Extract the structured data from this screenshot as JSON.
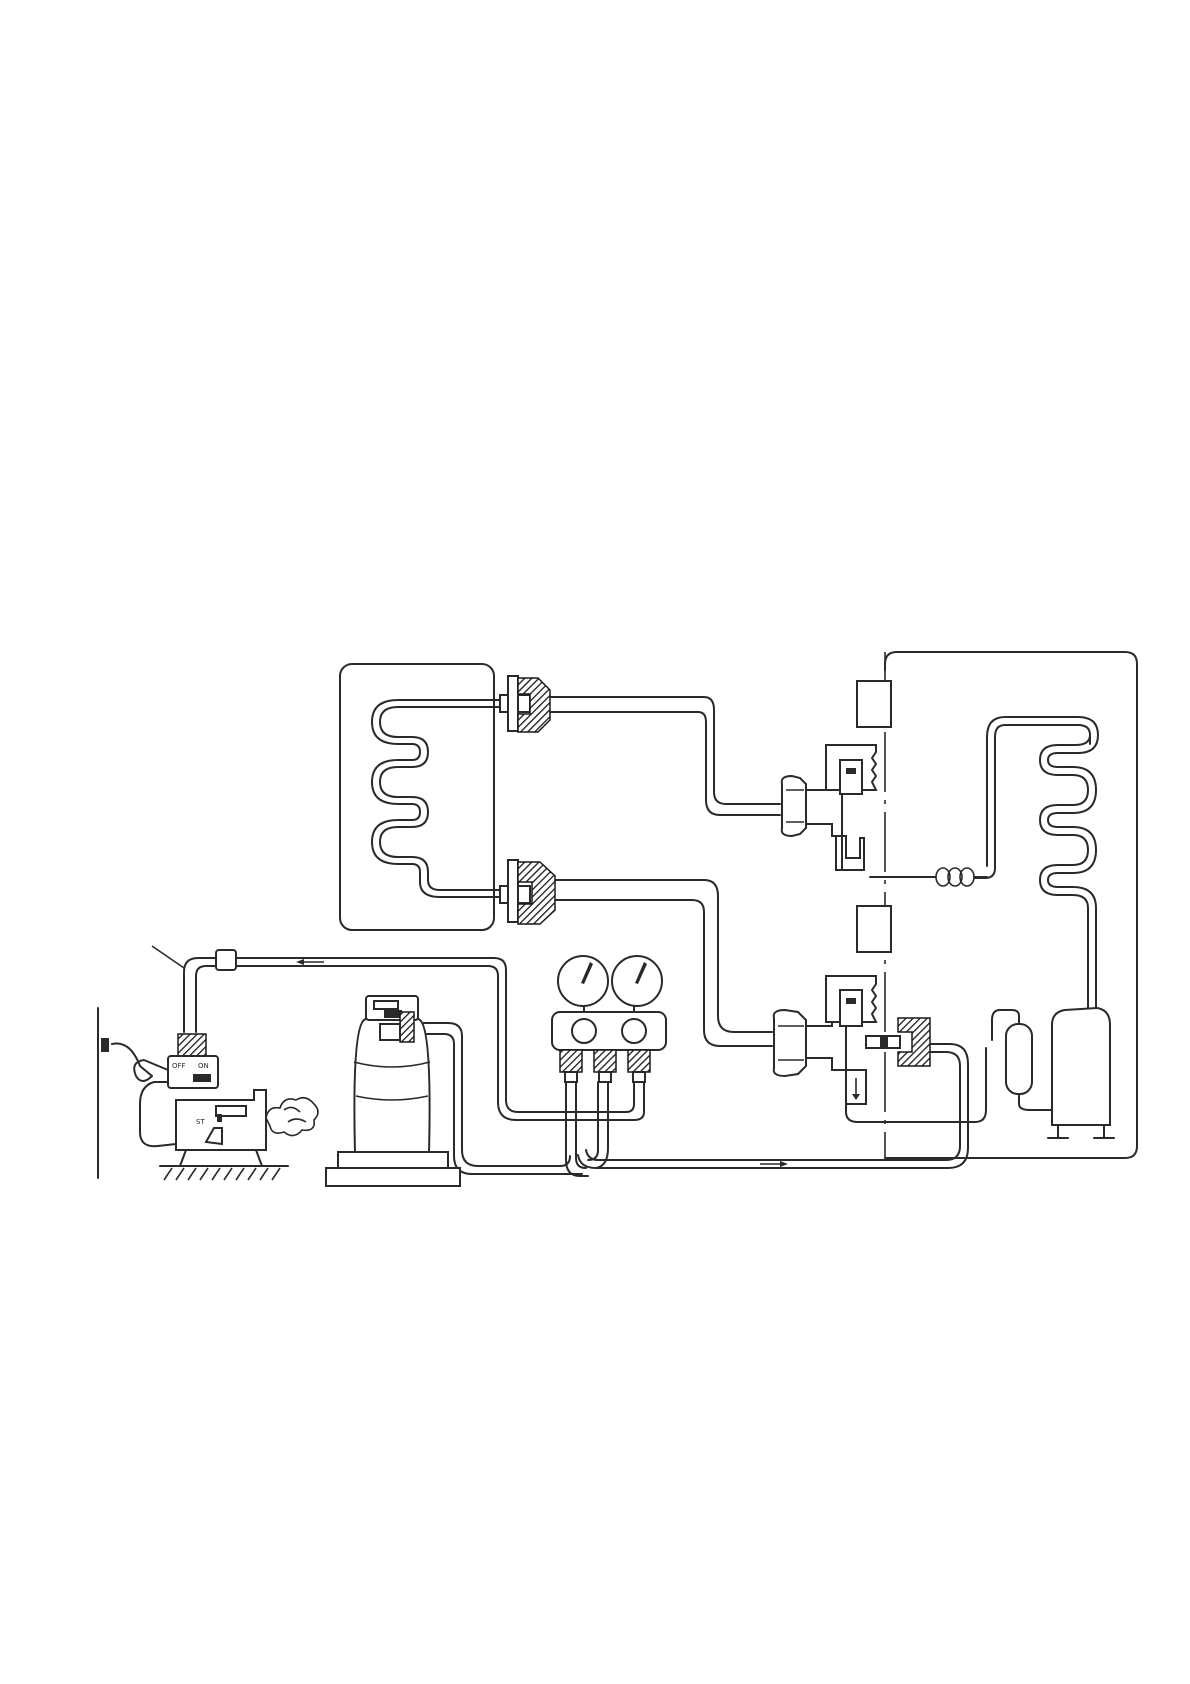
{
  "figure": {
    "vacuum_pump_switch_off_label": "OFF",
    "vacuum_pump_switch_on_label": "ON",
    "vacuum_pump_start_label": "ST"
  }
}
